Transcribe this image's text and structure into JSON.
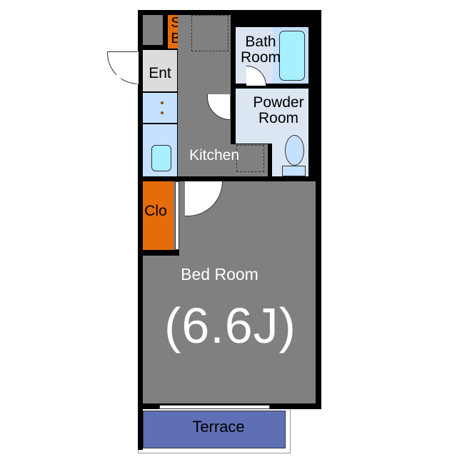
{
  "rooms": {
    "storage": "S\nB",
    "entrance": "Ent",
    "kitchen": "Kitchen",
    "bath": "Bath\nRoom",
    "powder": "Powder\nRoom",
    "closet": "Clo",
    "bedroom": "Bed Room",
    "bedroom_size": "(6.6J)",
    "terrace": "Terrace"
  },
  "colors": {
    "wall": "#000000",
    "floor": "#808080",
    "storage": "#e46c0a",
    "wet_area": "#dce6f2",
    "fixture": "#a6f0ff",
    "terrace": "#5f6fb5"
  }
}
